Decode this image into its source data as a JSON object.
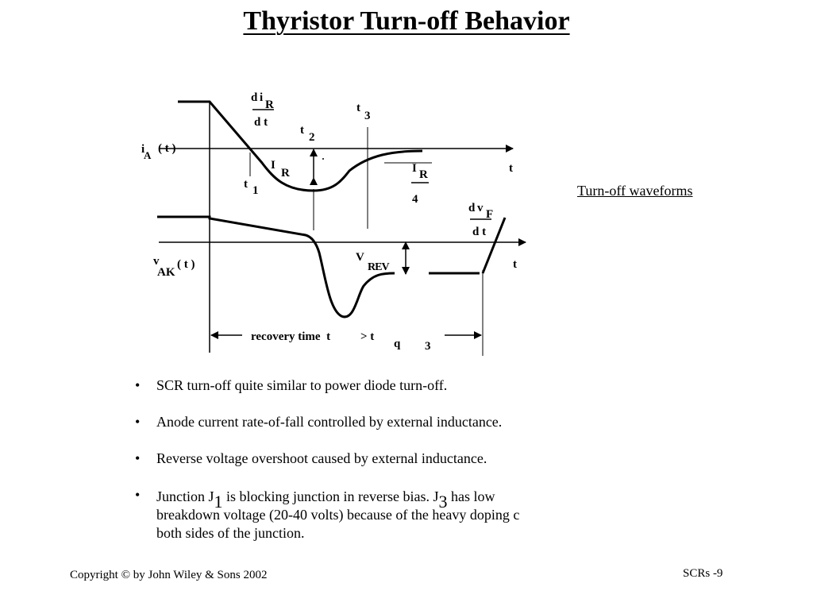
{
  "title": "Thyristor Turn-off Behavior",
  "caption": "Turn-off waveforms",
  "diagram": {
    "current_label": {
      "main": "i",
      "sub": "A",
      "arg": "( t )"
    },
    "voltage_label": {
      "main": "v",
      "sub": "AK",
      "arg": "( t )"
    },
    "time_axis_label": "t",
    "di_dt": {
      "num_d": "d",
      "num_var": "i",
      "num_sub": "R",
      "den": "d t"
    },
    "dv_dt": {
      "num_d": "d",
      "num_var": "v",
      "num_sub": "F",
      "den": "d t"
    },
    "t1": {
      "main": "t",
      "sub": "1"
    },
    "t2": {
      "main": "t",
      "sub": "2"
    },
    "t3": {
      "main": "t",
      "sub": "3"
    },
    "reverse_peak_current": {
      "main": "I",
      "sub": "R"
    },
    "quarter_current": {
      "num_main": "I",
      "num_sub": "R",
      "den": "4"
    },
    "reverse_voltage": {
      "main": "V",
      "sub": "REV"
    },
    "recovery_time": {
      "text": "recovery time  t",
      "gt": "> t",
      "q_sub": "q",
      "t3_sub": "3"
    }
  },
  "bullets": [
    {
      "text": "SCR turn-off quite similar to power diode turn-off."
    },
    {
      "text": "Anode current rate-of-fall controlled by external inductance."
    },
    {
      "text": "Reverse voltage overshoot caused by external inductance."
    },
    {
      "line1_a": "Junction J",
      "line1_sub1": "1",
      "line1_b": " is blocking junction in reverse bias. J",
      "line1_sub2": "3",
      "line1_c": " has low",
      "line2": "breakdown voltage (20-40 volts) because of the heavy doping c",
      "line3": "both sides of the junction."
    }
  ],
  "bullet_symbol": "•",
  "footer": {
    "copyright": "Copyright © by John Wiley & Sons 2002",
    "page": "SCRs -9"
  }
}
